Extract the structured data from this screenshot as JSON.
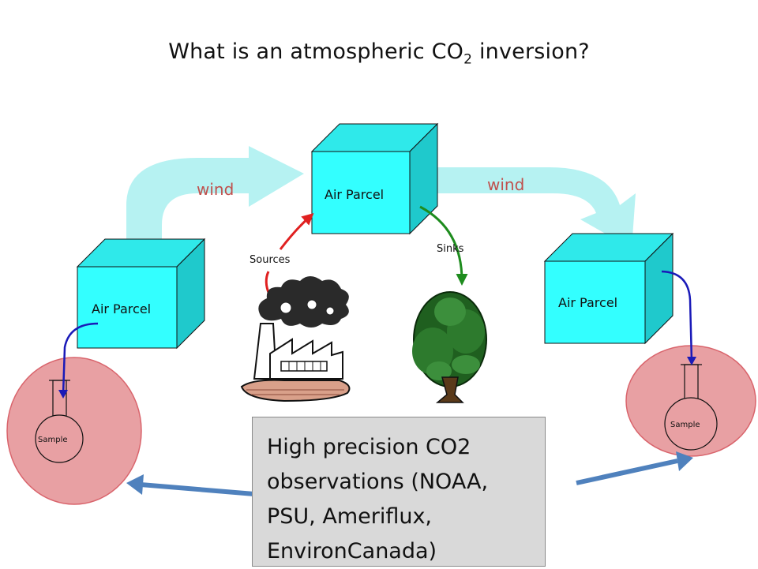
{
  "title": {
    "prefix": "What is an atmospheric CO",
    "subscript": "2",
    "suffix": " inversion?"
  },
  "labels": {
    "wind_left": "wind",
    "wind_right": "wind",
    "parcel_left": "Air Parcel",
    "parcel_center": "Air Parcel",
    "parcel_right": "Air Parcel",
    "sources": "Sources",
    "sinks": "Sinks",
    "sample_left": "Sample",
    "sample_right": "Sample"
  },
  "observations_text": "High precision CO2 observations (NOAA, PSU, Ameriflux, EnvironCanada)",
  "icons": [
    "factory-icon",
    "tree-icon",
    "flask-icon"
  ],
  "colors": {
    "cube_front": "#33ffff",
    "cube_side": "#1fc9cc",
    "wind_arrow": "#b6f2f2",
    "sources_arrow": "#e02020",
    "sinks_arrow": "#1e8c1e",
    "sample_line": "#1a1ab8",
    "sample_circle": "#e8a0a3",
    "obs_arrow": "#4f81bd",
    "wind_text": "#c0504d"
  }
}
